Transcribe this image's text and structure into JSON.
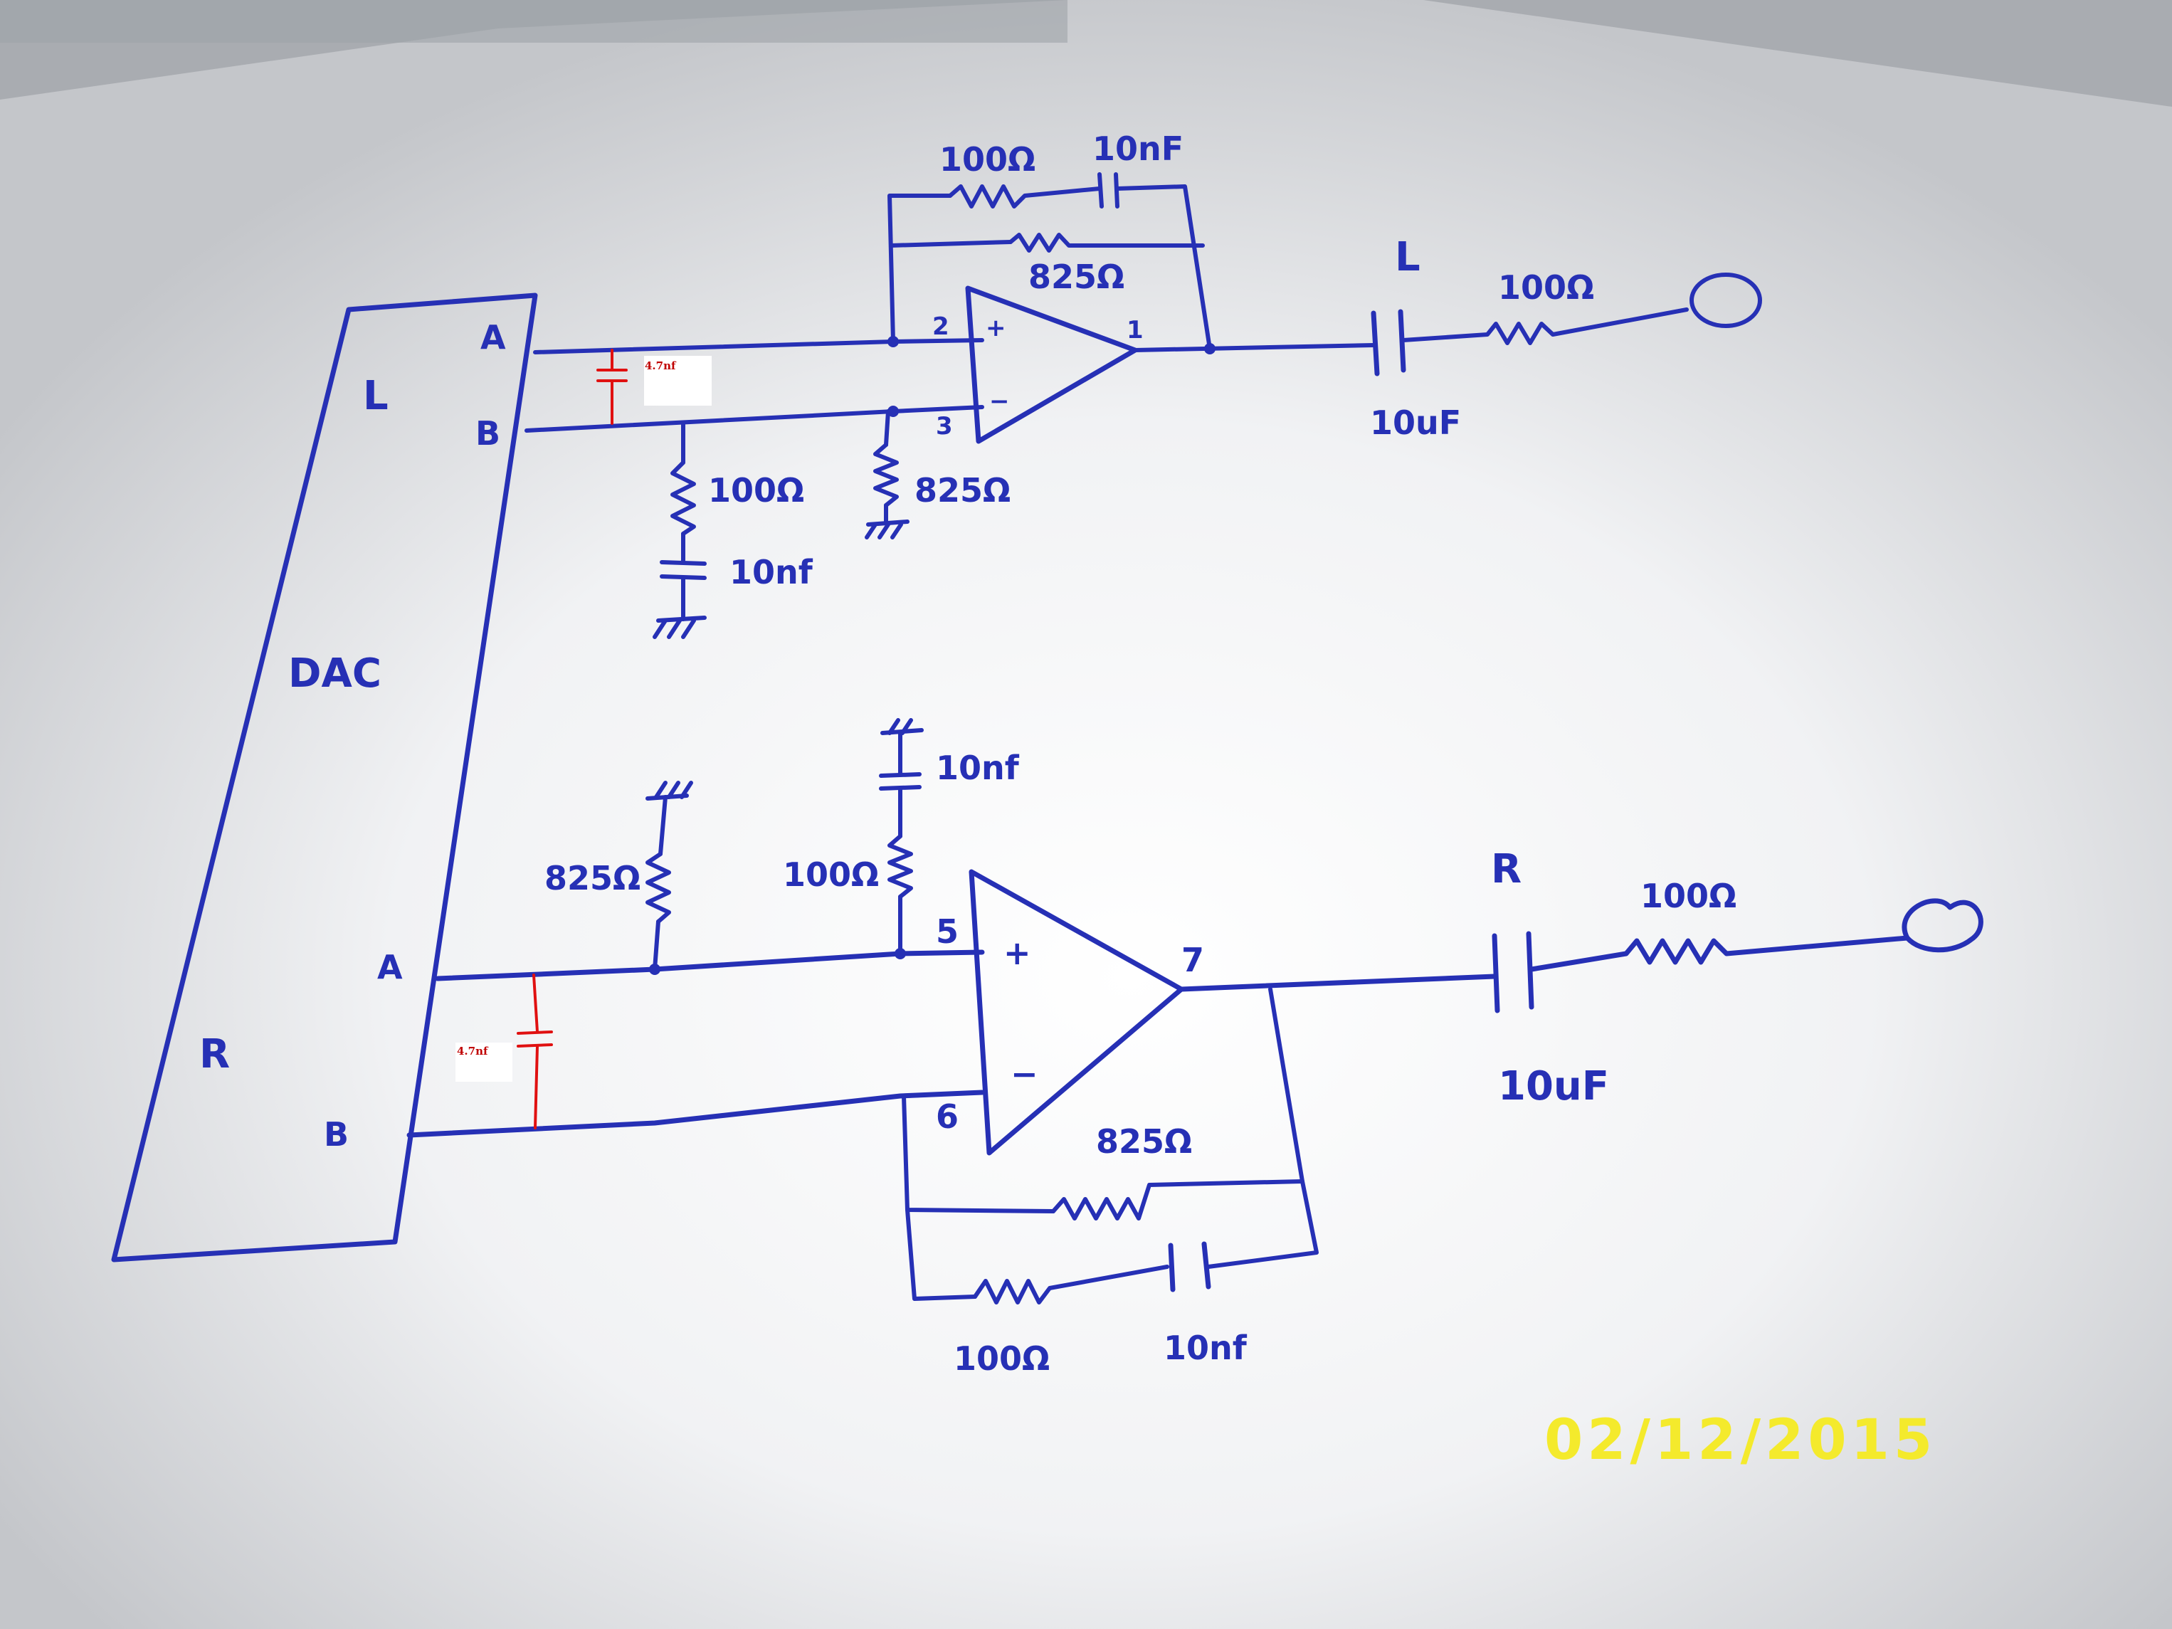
{
  "dac": {
    "title": "DAC",
    "left_label": "L",
    "right_label": "R"
  },
  "left_channel": {
    "pin_a": "A",
    "pin_b": "B",
    "added_cap": "4.7nf",
    "shunt_res": "100Ω",
    "shunt_cap": "10nf",
    "ground_res": "825Ω",
    "pin_plus": "2",
    "pin_minus": "3",
    "pin_out": "1",
    "fb_series_res": "100Ω",
    "fb_series_cap": "10nF",
    "fb_res": "825Ω",
    "out_cap": "10uF",
    "out_res": "100Ω",
    "channel": "L",
    "plus_sign": "+",
    "minus_sign": "−"
  },
  "right_channel": {
    "pin_a": "A",
    "pin_b": "B",
    "added_cap": "4.7nf",
    "ground_res": "825Ω",
    "shunt_res": "100Ω",
    "shunt_cap": "10nf",
    "pin_plus": "5",
    "pin_minus": "6",
    "pin_out": "7",
    "fb_res": "825Ω",
    "fb_series_res": "100Ω",
    "fb_series_cap": "10nf",
    "out_cap": "10uF",
    "out_res": "100Ω",
    "channel": "R",
    "plus_sign": "+",
    "minus_sign": "−"
  },
  "date_stamp": "02/12/2015",
  "colors": {
    "ink": "#2630b5",
    "annotation": "#e01010",
    "stamp": "#f4ea2c",
    "paper": "#eeeff1"
  }
}
